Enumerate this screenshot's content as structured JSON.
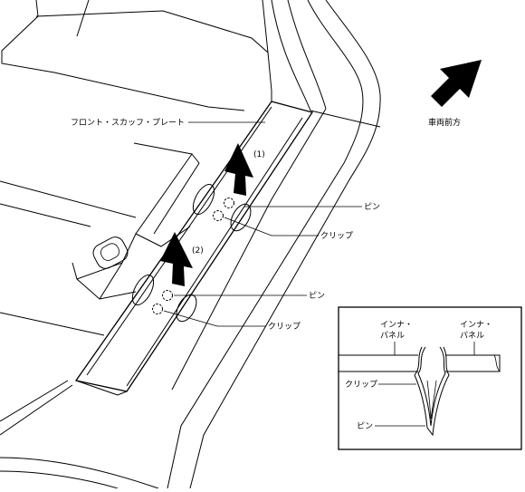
{
  "labels": {
    "front_scuff_plate": "フロント・スカッフ・プレート",
    "vehicle_front": "車両前方",
    "pin_1": "ピン",
    "clip_1": "クリップ",
    "pin_2": "ピン",
    "clip_2": "クリップ",
    "step_1": "(1)",
    "step_2": "(2)"
  },
  "inset": {
    "inner_panel_left_1": "インナ・",
    "inner_panel_left_2": "パネル",
    "inner_panel_right_1": "インナ・",
    "inner_panel_right_2": "パネル",
    "clip": "クリップ",
    "pin": "ピン"
  }
}
